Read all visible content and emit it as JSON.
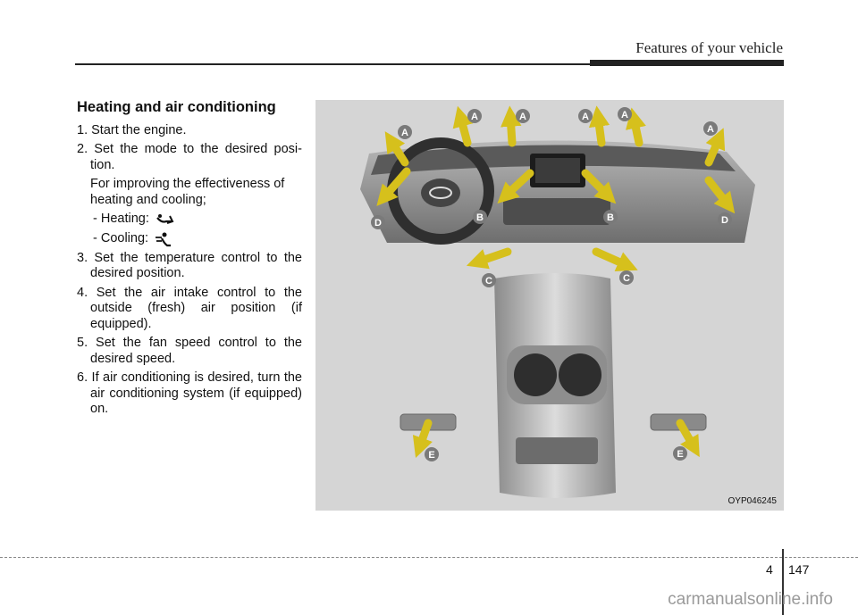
{
  "header": {
    "chapter_title": "Features of your vehicle"
  },
  "section": {
    "heading": "Heating and air conditioning",
    "steps": [
      "1. Start the engine.",
      "2. Set the mode to the desired posi- tion.",
      "For improving the effectiveness of heating and cooling;",
      "- Heating:",
      "- Cooling:",
      "3. Set the temperature control to the desired position.",
      "4. Set the air intake control to the outside (fresh) air position (if equipped).",
      "5. Set the fan speed control to the desired speed.",
      "6. If air conditioning is desired, turn the air conditioning system (if equipped) on."
    ]
  },
  "figure": {
    "code": "OYP046245",
    "vent_labels": [
      "A",
      "A",
      "A",
      "A",
      "A",
      "A",
      "B",
      "B",
      "C",
      "C",
      "D",
      "D",
      "E",
      "E"
    ],
    "colors": {
      "arrow": "#d6c01c",
      "label_badge": "#7a7a7a",
      "interior": "#9a9a9a"
    }
  },
  "footer": {
    "chapter": "4",
    "page": "147",
    "watermark": "carmanualsonline.info"
  }
}
